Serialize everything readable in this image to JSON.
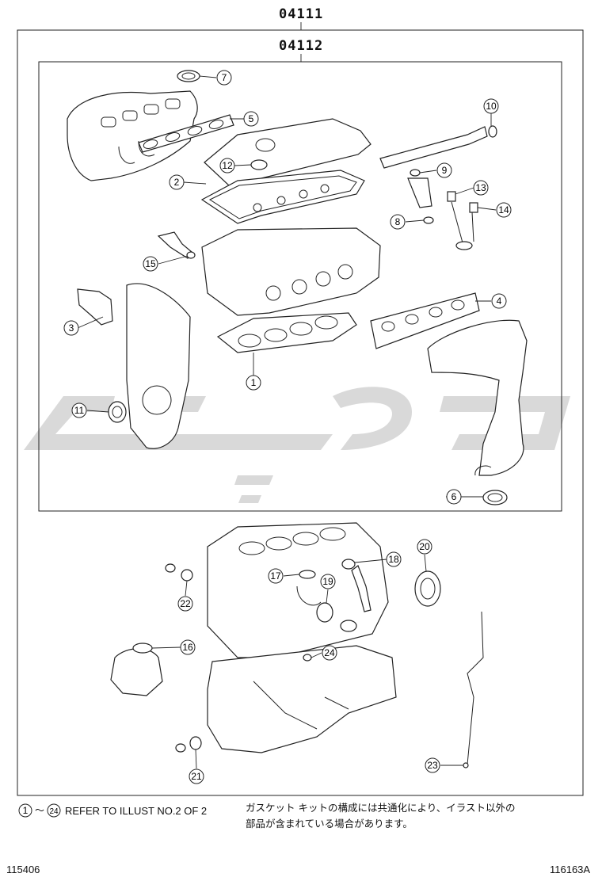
{
  "assembly_codes": {
    "outer": "04111",
    "inner": "04112"
  },
  "callouts": [
    {
      "n": "1"
    },
    {
      "n": "2"
    },
    {
      "n": "3"
    },
    {
      "n": "4"
    },
    {
      "n": "5"
    },
    {
      "n": "6"
    },
    {
      "n": "7"
    },
    {
      "n": "8"
    },
    {
      "n": "9"
    },
    {
      "n": "10"
    },
    {
      "n": "11"
    },
    {
      "n": "12"
    },
    {
      "n": "13"
    },
    {
      "n": "14"
    },
    {
      "n": "15"
    },
    {
      "n": "16"
    },
    {
      "n": "17"
    },
    {
      "n": "18"
    },
    {
      "n": "19"
    },
    {
      "n": "20"
    },
    {
      "n": "21"
    },
    {
      "n": "22"
    },
    {
      "n": "23"
    },
    {
      "n": "24"
    }
  ],
  "note": {
    "range_start": "1",
    "range_tilde": "～",
    "range_end": "24",
    "english": "REFER TO ILLUST NO.2 OF 2",
    "japanese_line1": "ガスケット キットの構成には共通化により、イラスト以外の",
    "japanese_line2": "部品が含まれている場合があります。"
  },
  "footer": {
    "left_code": "115406",
    "right_code": "116163A"
  },
  "colors": {
    "line": "#222222",
    "watermark": "#d9d9d9"
  }
}
